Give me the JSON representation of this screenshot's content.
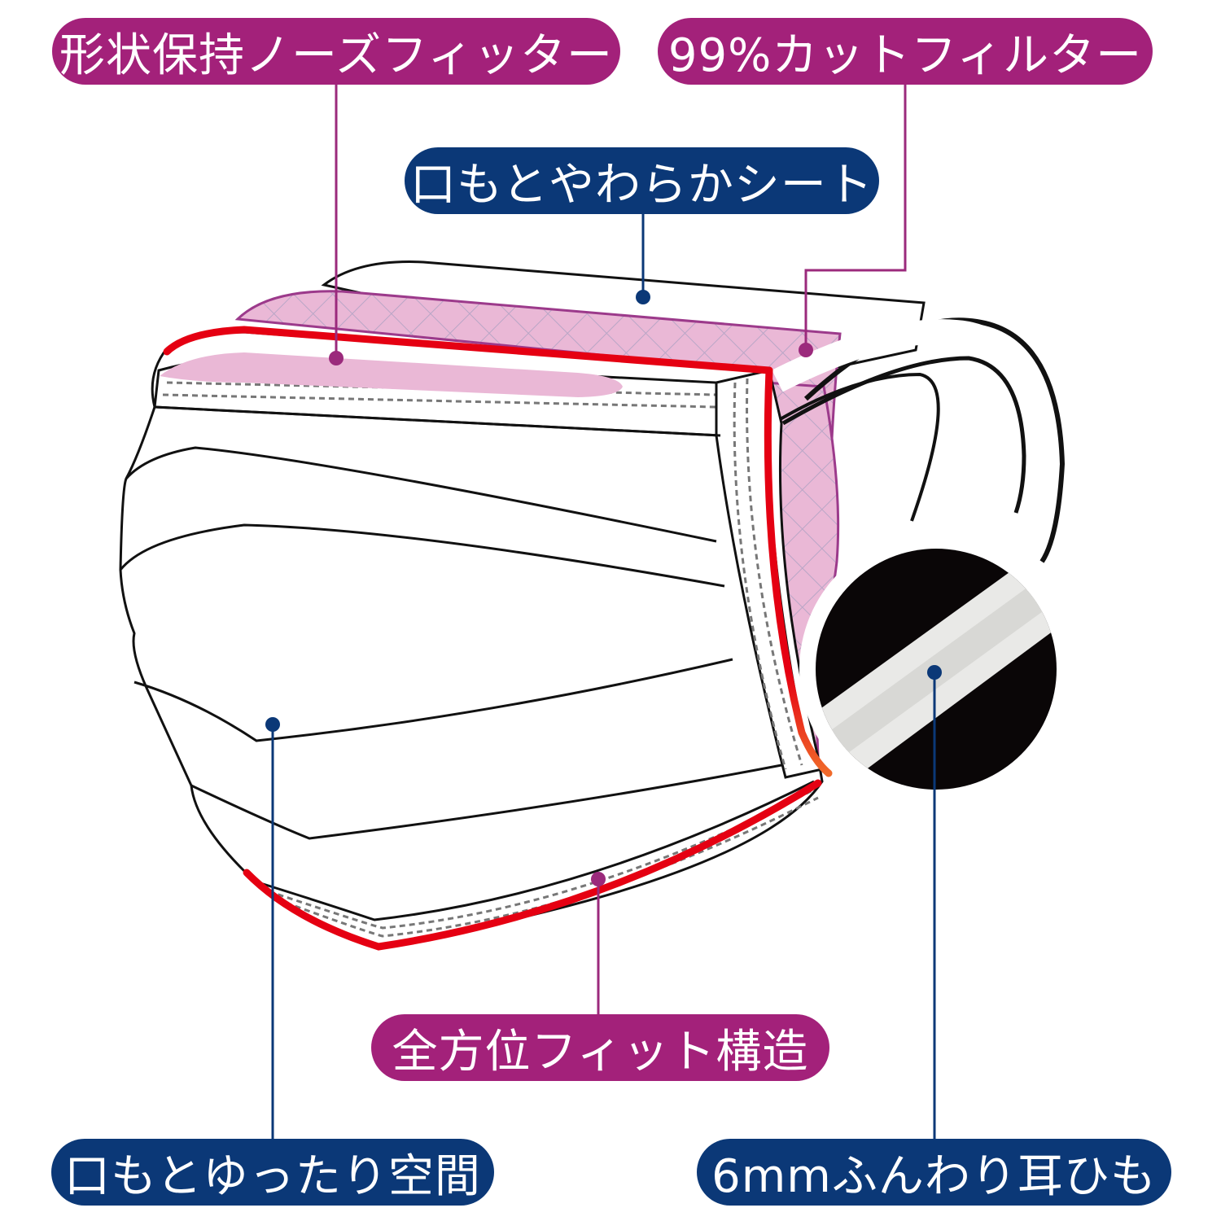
{
  "labels": {
    "nose_fitter": "形状保持ノーズフィッター",
    "cut_filter": "99%カットフィルター",
    "soft_sheet": "口もとやわらかシート",
    "full_fit": "全方位フィット構造",
    "mouth_space": "口もとゆったり空間",
    "ear_loop": "6mmふんわり耳ひも"
  },
  "colors": {
    "label_purple": "#a3217a",
    "label_navy": "#0b3877",
    "fit_edge_red": "#e50012",
    "filter_pink": "#eab8d6"
  }
}
